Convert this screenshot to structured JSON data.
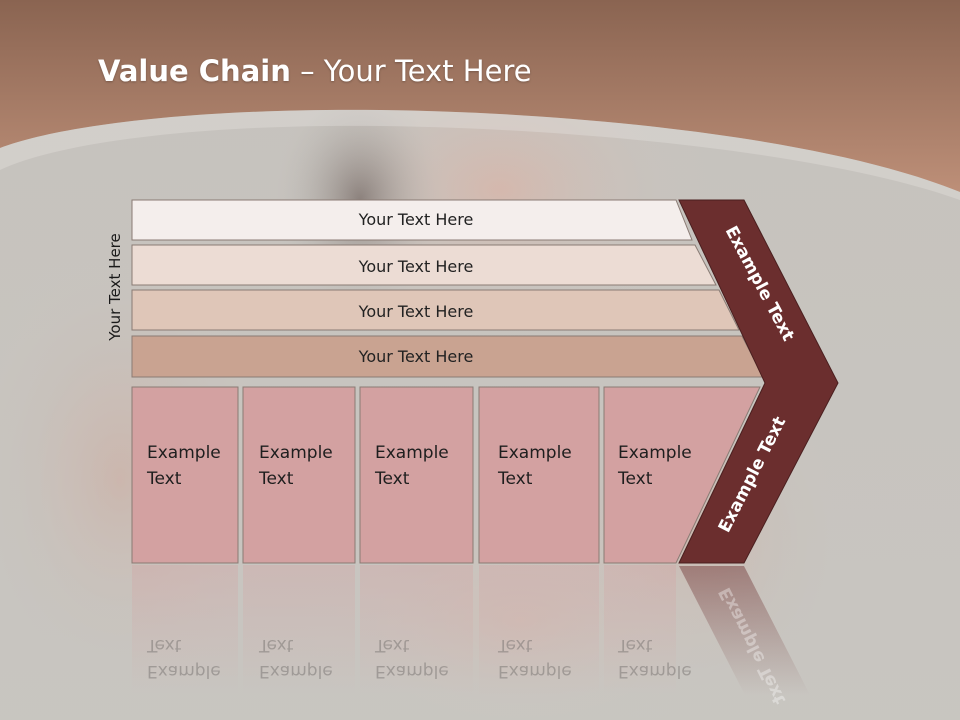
{
  "slide": {
    "title_bold": "Value Chain",
    "title_rest": " – Your Text Here",
    "side_label": "Your Text Here"
  },
  "support_rows": [
    {
      "label": "Your Text Here",
      "color": "#f4eeec"
    },
    {
      "label": "Your Text Here",
      "color": "#ecdcd4"
    },
    {
      "label": "Your Text Here",
      "color": "#dfc6b8"
    },
    {
      "label": "Your Text Here",
      "color": "#c9a391"
    }
  ],
  "primary_cells": [
    {
      "line1": "Example",
      "line2": "Text"
    },
    {
      "line1": "Example",
      "line2": "Text"
    },
    {
      "line1": "Example",
      "line2": "Text"
    },
    {
      "line1": "Example",
      "line2": "Text"
    },
    {
      "line1": "Example",
      "line2": "Text"
    }
  ],
  "margin_arrow": {
    "upper_label": "Example Text",
    "lower_label": "Example Text",
    "color": "#6b2e2e"
  },
  "colors": {
    "header": "#a87b66",
    "cell_fill": "#d3a1a1",
    "background": "#c9c7c2"
  }
}
